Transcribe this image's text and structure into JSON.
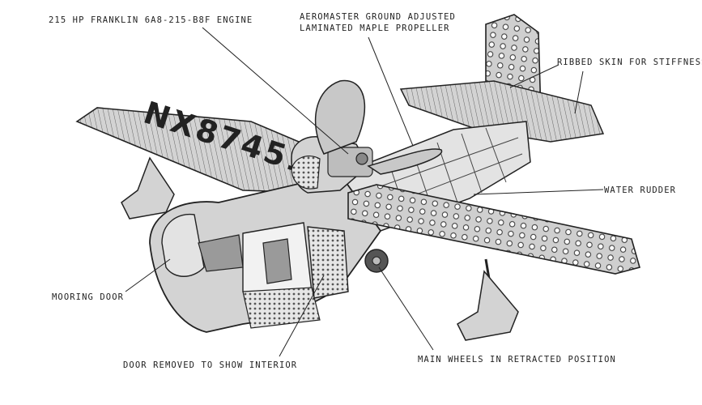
{
  "labels": {
    "engine": "215 HP FRANKLIN 6A8-215-B8F ENGINE",
    "propeller_line1": "AEROMASTER GROUND ADJUSTED",
    "propeller_line2": "LAMINATED MAPLE PROPELLER",
    "ribbed_skin": "RIBBED SKIN FOR STIFFNESS",
    "water_rudder": "WATER RUDDER",
    "mooring_door": "MOORING DOOR",
    "door_removed": "DOOR REMOVED TO SHOW INTERIOR",
    "main_wheels": "MAIN WHEELS IN RETRACTED POSITION"
  },
  "registration": "NX87451",
  "colors": {
    "ink": "#222222",
    "fill": "#d3d3d3",
    "fill_dark": "#9a9a9a",
    "paper": "#ffffff"
  }
}
